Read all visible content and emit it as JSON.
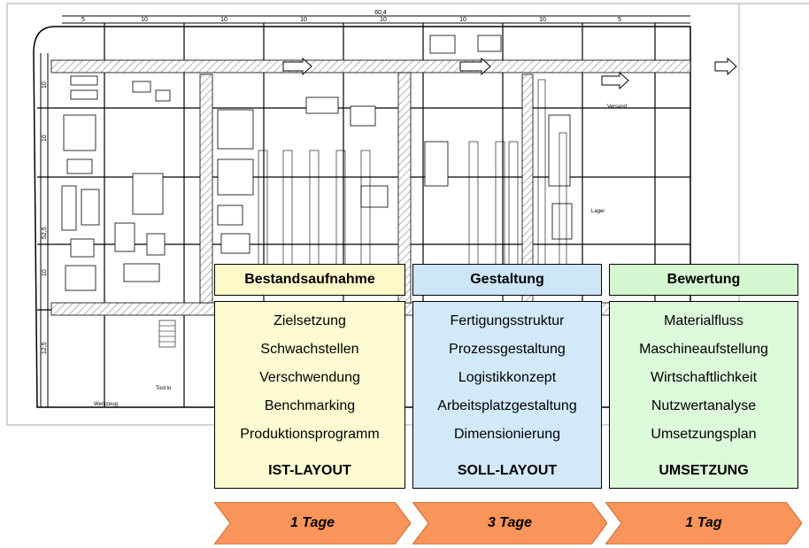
{
  "plan": {
    "total_width_label": "60,4",
    "top_dimensions": [
      "5",
      "10",
      "10",
      "10",
      "10",
      "10",
      "10",
      "5"
    ],
    "left_dimensions": [
      "10",
      "10",
      "52,5",
      "10",
      "12,5"
    ],
    "room_labels": [
      "Versand",
      "Lager",
      "Werkzeug",
      "Tool lo"
    ]
  },
  "phases": [
    {
      "title": "Bestandsaufnahme",
      "items": [
        "Zielsetzung",
        "Schwachstellen",
        "Verschwendung",
        "Benchmarking",
        "Produktionsprogramm"
      ],
      "result": "IST-LAYOUT",
      "duration": "1 Tage",
      "header_color": "#fcf8c8",
      "body_color": "#fdfbd2"
    },
    {
      "title": "Gestaltung",
      "items": [
        "Fertigungsstruktur",
        "Prozessgestaltung",
        "Logistikkonzept",
        "Arbeitsplatzgestaltung",
        "Dimensionierung"
      ],
      "result": "SOLL-LAYOUT",
      "duration": "3 Tage",
      "header_color": "#cce6f8",
      "body_color": "#d2e9fa"
    },
    {
      "title": "Bewertung",
      "items": [
        "Materialfluss",
        "Maschineaufstellung",
        "Wirtschaftlichkeit",
        "Nutzwertanalyse",
        "Umsetzungsplan"
      ],
      "result": "UMSETZUNG",
      "duration": "1 Tag",
      "header_color": "#d4f7d2",
      "body_color": "#dcf9da"
    }
  ],
  "chevron_color": "#f9955a"
}
